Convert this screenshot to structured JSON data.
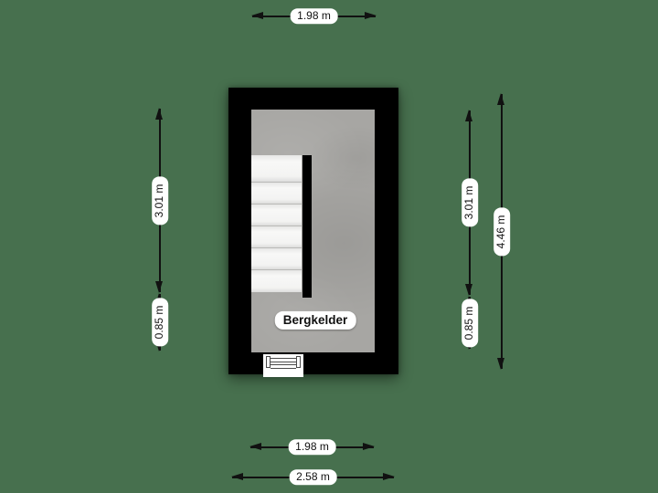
{
  "colors": {
    "background": "#47704e",
    "wall": "#000000",
    "floor": "#a7a6a3",
    "dimension_line": "#111111",
    "label_background": "#ffffff",
    "label_text": "#111111"
  },
  "room": {
    "label": "Bergkelder",
    "stair_steps": 6
  },
  "dimensions": {
    "top": "1.98 m",
    "left_upper": "3.01 m",
    "left_lower": "0.85 m",
    "right_upper": "3.01 m",
    "right_lower": "0.85 m",
    "right_total": "4.46 m",
    "bottom_inner": "1.98 m",
    "bottom_outer": "2.58 m"
  }
}
